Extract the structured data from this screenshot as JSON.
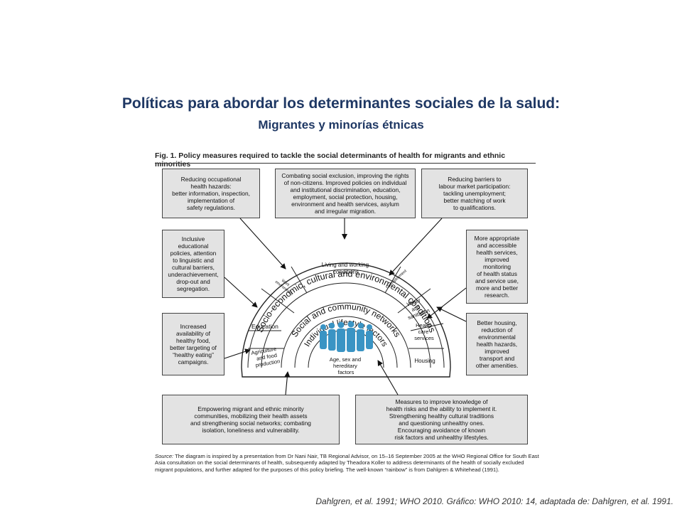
{
  "slide": {
    "title": "Políticas para abordar los determinantes sociales de la salud:",
    "subtitle": "Migrantes y minorías étnicas",
    "citation": "Dahlgren, et al. 1991; WHO 2010. Gráfico: WHO 2010:  14, adaptada de: Dahlgren, et al. 1991."
  },
  "figure": {
    "title": "Fig. 1. Policy measures required to tackle the social determinants of health for migrants and ethnic minorities",
    "source_label": "Source:",
    "source_text": " The diagram is inspired by a presentation from Dr Nani Nair, TB Regional Advisor, on 15–16 September 2005 at the WHO Regional Office for South East Asia consultation on the social determinants of health, subsequently adapted by Theadora Koller to address determinants of the health of socially excluded migrant populations, and further adapted for the purposes of this policy briefing. The well-known “rainbow” is from Dahlgren & Whitehead (1991)."
  },
  "boxes": {
    "occupational": [
      "Reducing occupational",
      "health hazards:",
      "better information, inspection,",
      "implementation of",
      "safety regulations."
    ],
    "exclusion": [
      "Combating social exclusion, improving the rights",
      "of non-citizens. Improved policies on individual",
      "and institutional discrimination, education,",
      "employment, social protection, housing,",
      "environment and health services, asylum",
      "and irregular migration."
    ],
    "labour": [
      "Reducing barriers to",
      "labour market participation:",
      "tackling unemployment;",
      "better matching of work",
      "to qualifications."
    ],
    "education": [
      "Inclusive",
      "educational",
      "policies, attention",
      "to linguistic and",
      "cultural barriers,",
      "underachievement,",
      "drop-out and",
      "segregation."
    ],
    "health_services": [
      "More appropriate",
      "and accessible",
      "health services,",
      "improved",
      "monitoring",
      "of health status",
      "and service use,",
      "more and better",
      "research."
    ],
    "food": [
      "Increased",
      "availability of",
      "healthy food,",
      "better targeting of",
      "“healthy eating”",
      "campaigns."
    ],
    "housing": [
      "Better housing,",
      "reduction of",
      "environmental",
      "health hazards,",
      "improved",
      "transport and",
      "other amenities."
    ],
    "empowering": [
      "Empowering migrant and ethnic minority",
      "communities, mobilizing their health assets",
      "and strengthening social networks; combating",
      "isolation, loneliness and vulnerability."
    ],
    "knowledge": [
      "Measures to improve knowledge of",
      "health risks and the ability to implement it.",
      "Strengthening healthy cultural traditions",
      "and questioning unhealthy ones.",
      "Encouraging avoidance of known",
      "risk factors and unhealthy lifestyles."
    ]
  },
  "rainbow": {
    "outer_arc_text": "Socio-economic, cultural and environmental conditions",
    "middle_arc_text": "Social and community networks",
    "inner_arc_text": "Individual lifestyle factors",
    "living_conditions": [
      "Living and working",
      "conditions"
    ],
    "work_environment": [
      "Work",
      "environment"
    ],
    "unemployment": "Unemployment",
    "education": "Education",
    "agriculture": [
      "Agriculture",
      "and food",
      "production"
    ],
    "water": [
      "Water",
      "and",
      "sanitation"
    ],
    "health_care": [
      "Health",
      "care",
      "services"
    ],
    "housing": "Housing",
    "core": [
      "Age, sex and",
      "hereditary",
      "factors"
    ]
  }
}
